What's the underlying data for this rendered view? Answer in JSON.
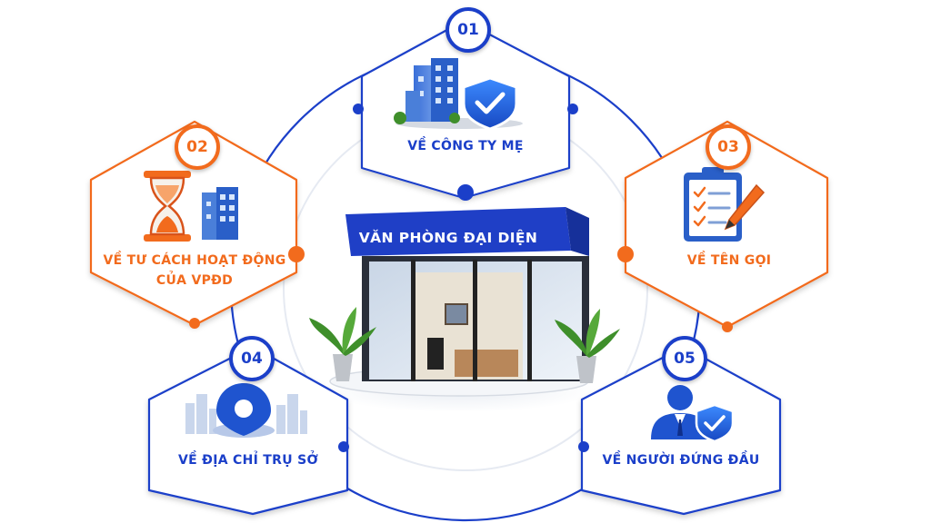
{
  "center": {
    "title": "VĂN PHÒNG ĐẠI DIỆN"
  },
  "nodes": [
    {
      "number": "01",
      "label_line1": "VỀ CÔNG TY MẸ",
      "label_line2": "",
      "color": "#1b3fc9",
      "icon": "building-shield-icon"
    },
    {
      "number": "02",
      "label_line1": "VỀ TƯ CÁCH HOẠT ĐỘNG",
      "label_line2": "CỦA VPĐD",
      "color": "#f26b1d",
      "icon": "hourglass-building-icon"
    },
    {
      "number": "03",
      "label_line1": "VỀ TÊN GỌI",
      "label_line2": "",
      "color": "#f26b1d",
      "icon": "clipboard-checklist-icon"
    },
    {
      "number": "04",
      "label_line1": "VỀ ĐỊA CHỈ TRỤ SỞ",
      "label_line2": "",
      "color": "#1b3fc9",
      "icon": "location-pin-icon"
    },
    {
      "number": "05",
      "label_line1": "VỀ NGƯỜI ĐỨNG ĐẦU",
      "label_line2": "",
      "color": "#1b3fc9",
      "icon": "person-shield-icon"
    }
  ]
}
